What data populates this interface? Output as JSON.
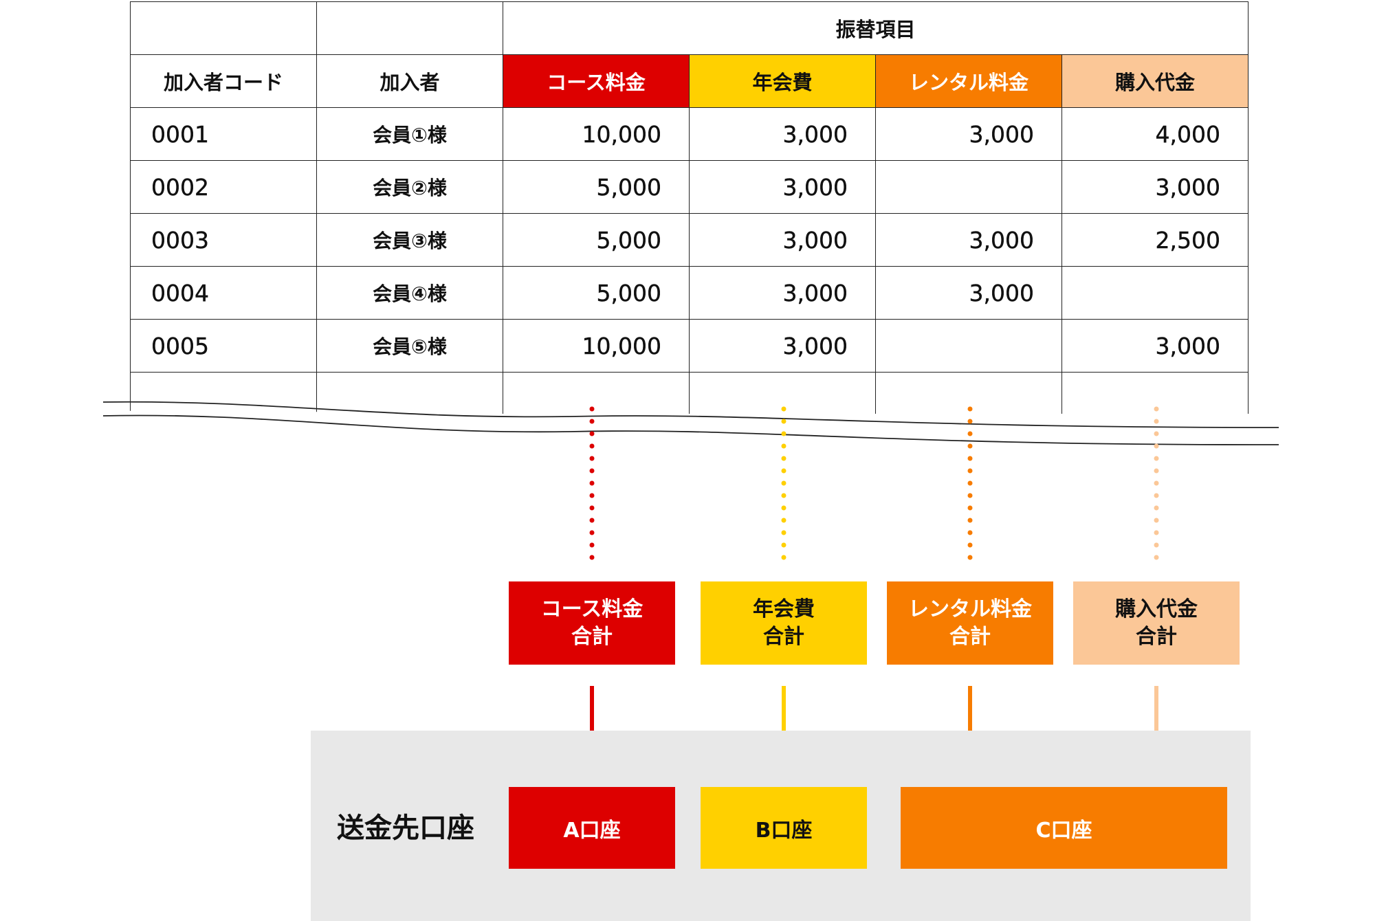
{
  "colors": {
    "course": "#dd0000",
    "annual": "#ffd000",
    "rental": "#f77c00",
    "purchase": "#fbc797"
  },
  "table": {
    "group_header": "振替項目",
    "col_code": "加入者コード",
    "col_member": "加入者",
    "categories": [
      "コース料金",
      "年会費",
      "レンタル料金",
      "購入代金"
    ],
    "rows": [
      {
        "code": "0001",
        "member": "会員①様",
        "values": [
          "10,000",
          "3,000",
          "3,000",
          "4,000"
        ]
      },
      {
        "code": "0002",
        "member": "会員②様",
        "values": [
          "5,000",
          "3,000",
          "",
          "3,000"
        ]
      },
      {
        "code": "0003",
        "member": "会員③様",
        "values": [
          "5,000",
          "3,000",
          "3,000",
          "2,500"
        ]
      },
      {
        "code": "0004",
        "member": "会員④様",
        "values": [
          "5,000",
          "3,000",
          "3,000",
          ""
        ]
      },
      {
        "code": "0005",
        "member": "会員⑤様",
        "values": [
          "10,000",
          "3,000",
          "",
          "3,000"
        ]
      }
    ]
  },
  "totals": [
    {
      "line1": "コース料金",
      "line2": "合計"
    },
    {
      "line1": "年会費",
      "line2": "合計"
    },
    {
      "line1": "レンタル料金",
      "line2": "合計"
    },
    {
      "line1": "購入代金",
      "line2": "合計"
    }
  ],
  "destination": {
    "label": "送金先口座",
    "accounts": [
      "A口座",
      "B口座",
      "C口座"
    ]
  }
}
